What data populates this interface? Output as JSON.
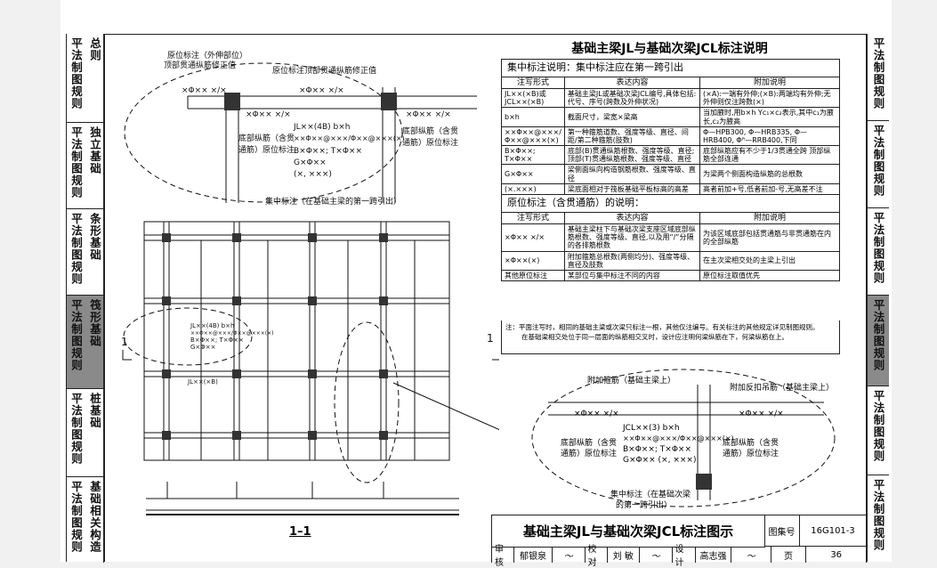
{
  "left_tabs": [
    {
      "lines": [
        "平法",
        "总则"
      ],
      "extra": "制图规则",
      "active": false
    },
    {
      "lines": [
        "平法制图规则",
        "独立基础"
      ],
      "active": false
    },
    {
      "lines": [
        "平法制图规则",
        "条形基础"
      ],
      "active": false
    },
    {
      "lines": [
        "平法制图规则",
        "筏形基础"
      ],
      "active": true
    },
    {
      "lines": [
        "平法制图规则",
        "桩基础"
      ],
      "active": false
    },
    {
      "lines": [
        "平法制图规则",
        "基础相关构造"
      ],
      "active": false
    }
  ],
  "left_tab_text": [
    {
      "a": "平法制图规则",
      "b": "总则"
    },
    {
      "a": "平法制图规则",
      "b": "独立基础"
    },
    {
      "a": "平法制图规则",
      "b": "条形基础"
    },
    {
      "a": "平法制图规则",
      "b": "筏形基础"
    },
    {
      "a": "平法制图规则",
      "b": "桩基础"
    },
    {
      "a": "平法制图规则",
      "b": "基础相关构造"
    }
  ],
  "right_tabs": [
    "平法制图规则",
    "平法制图规则",
    "平法制图规则",
    "平法制图规则",
    "平法制图规则",
    "平法制图规则"
  ],
  "notes": {
    "title": "基础主梁JL与基础次梁JCL标注说明",
    "concentrated_header": "集中标注说明：集中标注应在第一跨引出",
    "col_form": "注写形式",
    "col_content": "表达内容",
    "col_extra": "附加说明",
    "concentrated_rows": [
      {
        "form": "JL××(×B)或 JCL××(×B)",
        "content": "基础主梁JL或基础次梁JCL编号,具体包括:代号、序号(跨数及外伸状况)",
        "extra": "(×A):一端有外伸;(×B):两端均有外伸;无外伸则仅注跨数(×)"
      },
      {
        "form": "b×h",
        "content": "截面尺寸，梁宽×梁高",
        "extra": "当加腋时,用b×h Yc₁×c₂表示,其中c₁为腋长,c₂为腋高"
      },
      {
        "form": "××Φ××@×××/ Φ××@×××(×)",
        "content": "第一种箍筋道数、强度等级、直径、间距/第二种箍筋(肢数)",
        "extra": "Φ—HPB300, Φ—HRB335, Φ—HRB400, Φᴿ—RRB400,下同"
      },
      {
        "form": "B×Φ××; T×Φ××",
        "content": "底部(B)贯通纵筋根数、强度等级、直径;顶部(T)贯通纵筋根数、强度等级、直径",
        "extra": "底部纵筋应有不少于1/3贯通全跨 顶部纵筋全部连通"
      },
      {
        "form": "G×Φ××",
        "content": "梁侧面纵向构造钢筋根数、强度等级、直径",
        "extra": "为梁两个侧面构造纵筋的总根数"
      },
      {
        "form": "(×.×××)",
        "content": "梁底面相对于筏板基础平板标高的高差",
        "extra": "高者前加+号,低者前加-号,无高差不注"
      }
    ],
    "original_header": "原位标注（含贯通筋）的说明：",
    "original_rows": [
      {
        "form": "×Φ×× ×/×",
        "content": "基础主梁柱下与基础次梁支座区域底部纵筋根数、强度等级、直径,以及用“/”分隔的各排筋根数",
        "extra": "为该区域底部包括贯通筋与非贯通筋在内的全部纵筋"
      },
      {
        "form": "×Φ××(×)",
        "content": "附加箍筋总根数(两侧均分)、强度等级、直径及肢数",
        "extra": "在主次梁相交处的主梁上引出"
      },
      {
        "form": "其他原位标注",
        "content": "某部位与集中标注不同的内容",
        "extra": "原位标注取值优先"
      }
    ],
    "footnote_1": "注：平面注写时，相同的基础主梁或次梁只标注一根，其他仅注编号。有关标注的其他规定详见制图规则。",
    "footnote_2": "在基础梁相交处位于同一层面的纵筋相交叉时，设计应注明何梁纵筋在下，何梁纵筋在上。"
  },
  "drawing_labels": {
    "orig_left": "原位标注（外伸部位）",
    "orig_left2": "顶部贯通纵筋修正值",
    "orig_top": "原位标注顶部贯通纵筋修正值",
    "bar1": "×Φ×× ×/×",
    "conc1": "JL××(4B)  b×h",
    "conc2": "××Φ××@×××/Φ××@×××(×)",
    "conc3": "B×Φ××; T×Φ××",
    "conc4": "G×Φ××",
    "conc5": "(×, ×××)",
    "bottom_bar_a": "底部纵筋（含贯",
    "bottom_bar_b": "通筋）原位标注",
    "conc_note": "集中标注（在基础主梁的第一跨引出）",
    "sec_mark": "1",
    "jl_label": "JL××(×B)",
    "extra_stirrup": "附加箍筋（基础主梁上）",
    "extra_hanger": "附加反扣吊筋（基础主梁上）",
    "jcl1": "JCL××(3)  b×h",
    "jcl2": "××Φ××@×××/Φ××@×××(×)",
    "jcl3": "B×Φ××; T×Φ××",
    "jcl4": "G×Φ××  (×, ×××)",
    "conc_note2a": "集中标注（在基础次梁",
    "conc_note2b": "的第一跨引出）",
    "section_title": "1–1"
  },
  "title_block": {
    "title": "基础主梁JL与基础次梁JCL标注图示",
    "atlas_label": "图集号",
    "atlas_no": "16G101-3",
    "review_label": "审核",
    "review_name": "郁银泉",
    "check_label": "校对",
    "check_name": "刘 敏",
    "design_label": "设计",
    "design_name": "高志强",
    "page_label": "页",
    "page_no": "36"
  }
}
